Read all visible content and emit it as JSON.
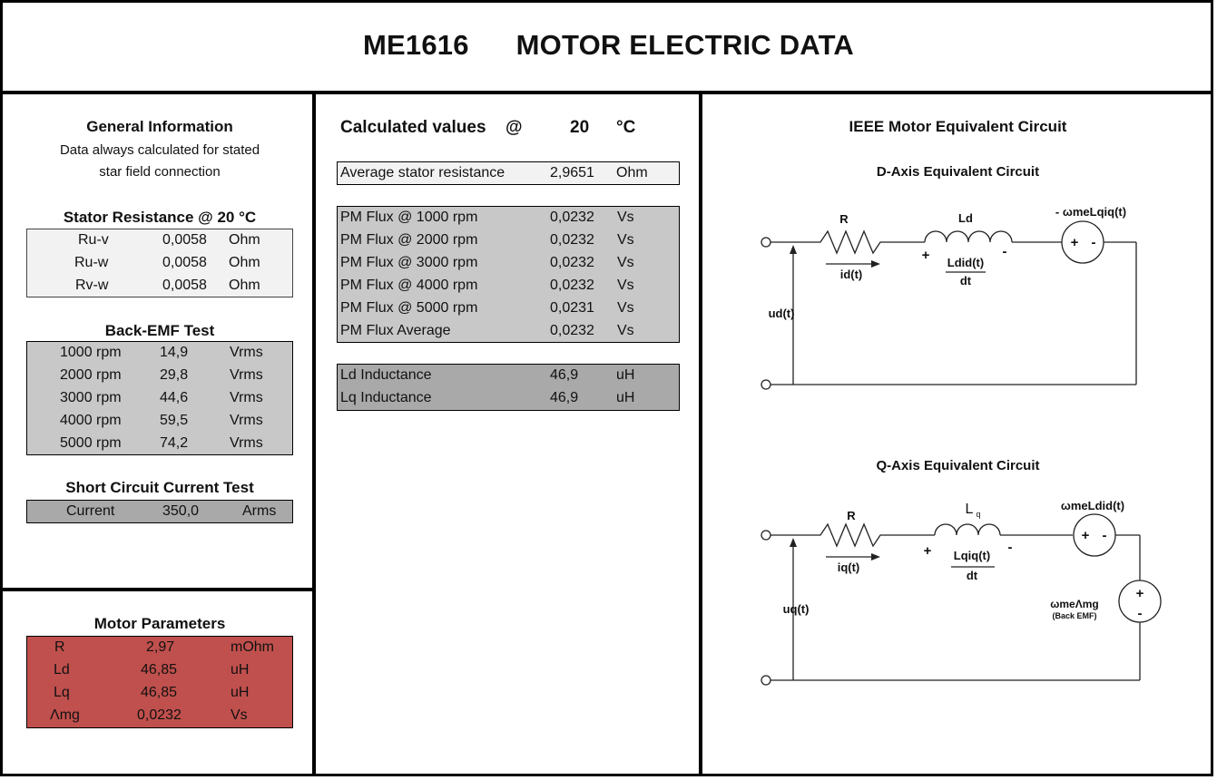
{
  "title": {
    "code": "ME1616",
    "text": "MOTOR ELECTRIC DATA"
  },
  "general": {
    "heading": "General Information",
    "line1": "Data always calculated for stated",
    "line2": "star field connection"
  },
  "stator": {
    "heading": "Stator Resistance @ 20 °C",
    "rows": [
      {
        "label": "Ru-v",
        "value": "0,0058",
        "unit": "Ohm"
      },
      {
        "label": "Ru-w",
        "value": "0,0058",
        "unit": "Ohm"
      },
      {
        "label": "Rv-w",
        "value": "0,0058",
        "unit": "Ohm"
      }
    ]
  },
  "backemf": {
    "heading": "Back-EMF Test",
    "rows": [
      {
        "label": "1000 rpm",
        "value": "14,9",
        "unit": "Vrms"
      },
      {
        "label": "2000 rpm",
        "value": "29,8",
        "unit": "Vrms"
      },
      {
        "label": "3000 rpm",
        "value": "44,6",
        "unit": "Vrms"
      },
      {
        "label": "4000 rpm",
        "value": "59,5",
        "unit": "Vrms"
      },
      {
        "label": "5000 rpm",
        "value": "74,2",
        "unit": "Vrms"
      }
    ]
  },
  "shortcircuit": {
    "heading": "Short Circuit Current Test",
    "label": "Current",
    "value": "350,0",
    "unit": "Arms"
  },
  "motorparams": {
    "heading": "Motor Parameters",
    "rows": [
      {
        "label": "R",
        "value": "2,97",
        "unit": "mOhm"
      },
      {
        "label": "Ld",
        "value": "46,85",
        "unit": "uH"
      },
      {
        "label": "Lq",
        "value": "46,85",
        "unit": "uH"
      },
      {
        "label": "Λmg",
        "value": "0,0232",
        "unit": "Vs"
      }
    ]
  },
  "calculated": {
    "heading": "Calculated values",
    "at": "@",
    "temp": "20",
    "temp_unit": "°C",
    "stator_row": {
      "label": "Average stator resistance",
      "value": "2,9651",
      "unit": "Ohm"
    },
    "flux_rows": [
      {
        "label": "PM Flux @ 1000 rpm",
        "value": "0,0232",
        "unit": "Vs"
      },
      {
        "label": "PM Flux @ 2000 rpm",
        "value": "0,0232",
        "unit": "Vs"
      },
      {
        "label": "PM Flux @ 3000 rpm",
        "value": "0,0232",
        "unit": "Vs"
      },
      {
        "label": "PM Flux @ 4000 rpm",
        "value": "0,0232",
        "unit": "Vs"
      },
      {
        "label": "PM Flux @ 5000 rpm",
        "value": "0,0231",
        "unit": "Vs"
      },
      {
        "label": "PM Flux Average",
        "value": "0,0232",
        "unit": "Vs"
      }
    ],
    "inductance_rows": [
      {
        "label": "Ld Inductance",
        "value": "46,9",
        "unit": "uH"
      },
      {
        "label": "Lq Inductance",
        "value": "46,9",
        "unit": "uH"
      }
    ]
  },
  "circuit": {
    "heading": "IEEE Motor Equivalent Circuit",
    "d_axis": {
      "heading": "D-Axis Equivalent Circuit",
      "r": "R",
      "l": "Ld",
      "current": "id(t)",
      "voltage": "ud(t)",
      "source": "- ωmeLqiq(t)",
      "plus": "+",
      "minus": "-",
      "frac_num": "Ldid(t)",
      "frac_den": "dt"
    },
    "q_axis": {
      "heading": "Q-Axis Equivalent Circuit",
      "r": "R",
      "l": "L",
      "l_sub": "q",
      "current": "iq(t)",
      "voltage": "uq(t)",
      "source": "ωmeLdid(t)",
      "plus": "+",
      "minus": "-",
      "frac_num": "Lqiq(t)",
      "frac_den": "dt",
      "emf": "ωmeΛmg",
      "emf_note": "(Back EMF)"
    }
  },
  "colors": {
    "red": "#c0504d",
    "mid_gray": "#c8c8c8",
    "dark_gray": "#a9a9a9",
    "light_gray": "#f2f2f2"
  }
}
